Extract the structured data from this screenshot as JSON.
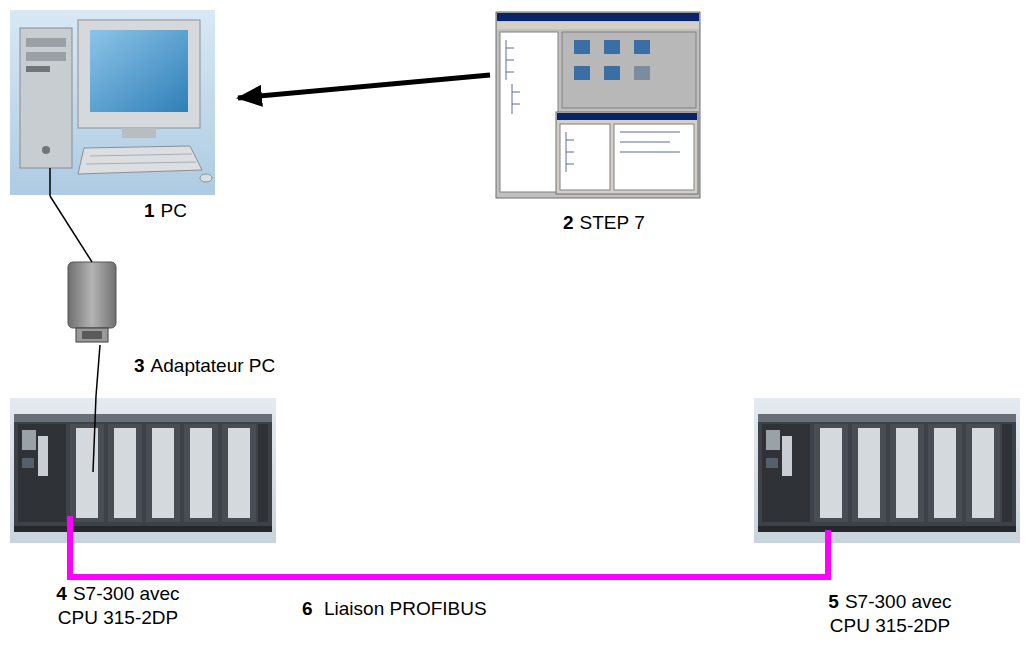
{
  "diagram": {
    "nodes": [
      {
        "text": [
          "1",
          "PC"
        ]
      },
      {
        "text": [
          "2",
          "STEP 7"
        ]
      },
      {
        "text": [
          "3",
          "Adaptateur PC"
        ]
      },
      {
        "text": [
          "4",
          "S7-300 avec CPU 315-2DP"
        ]
      },
      {
        "text": [
          "5",
          "S7-300 avec CPU 315-2DP"
        ]
      }
    ],
    "edges": [
      {
        "from": 1,
        "to": 0,
        "arrow": "to"
      },
      {
        "from": 0,
        "to": 2,
        "arrow": "none"
      },
      {
        "from": 2,
        "to": 3,
        "arrow": "none"
      },
      {
        "from": 3,
        "to": 4,
        "arrow": "none",
        "label": "Liaison PROFIBUS"
      }
    ],
    "labels": [
      "6"
    ]
  }
}
